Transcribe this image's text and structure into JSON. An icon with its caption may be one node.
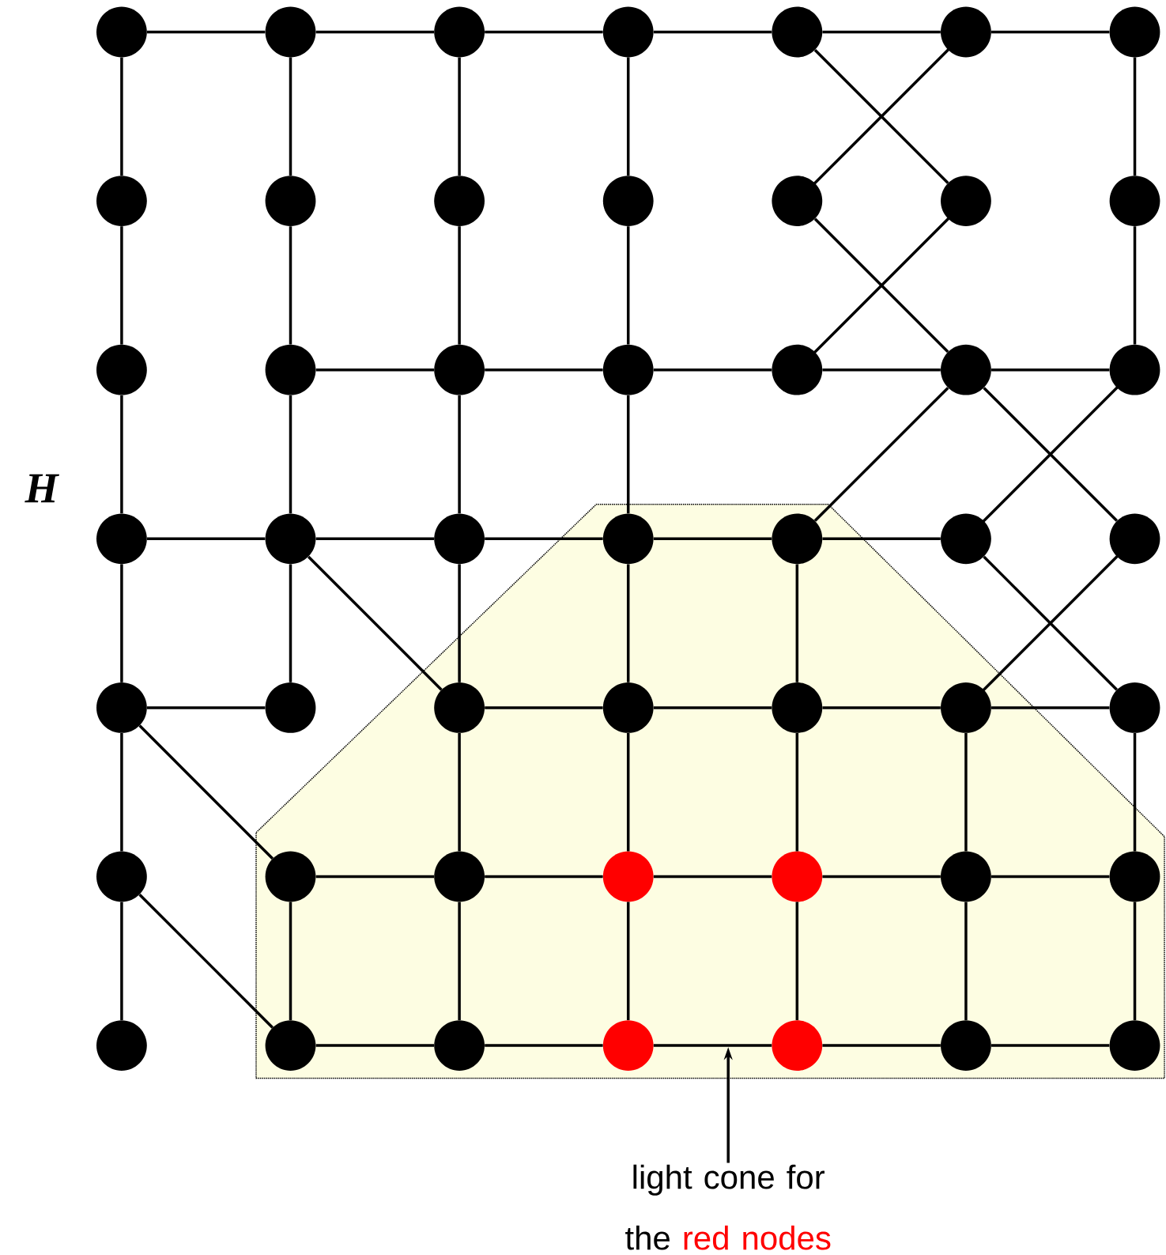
{
  "diagram": {
    "nodes": [
      {
        "text": [],
        "shape": "circle"
      },
      {
        "text": [],
        "shape": "circle"
      },
      {
        "text": [],
        "shape": "circle"
      },
      {
        "text": [],
        "shape": "circle"
      },
      {
        "text": [],
        "shape": "circle"
      },
      {
        "text": [],
        "shape": "circle"
      },
      {
        "text": [],
        "shape": "circle"
      },
      {
        "text": [],
        "shape": "circle"
      },
      {
        "text": [],
        "shape": "circle"
      },
      {
        "text": [],
        "shape": "circle"
      },
      {
        "text": [],
        "shape": "circle"
      },
      {
        "text": [],
        "shape": "circle"
      },
      {
        "text": [],
        "shape": "circle"
      },
      {
        "text": [],
        "shape": "circle"
      },
      {
        "text": [],
        "shape": "circle"
      },
      {
        "text": [],
        "shape": "circle"
      },
      {
        "text": [],
        "shape": "circle"
      },
      {
        "text": [],
        "shape": "circle"
      },
      {
        "text": [],
        "shape": "circle"
      },
      {
        "text": [],
        "shape": "circle"
      },
      {
        "text": [],
        "shape": "circle"
      },
      {
        "text": [],
        "shape": "circle"
      },
      {
        "text": [],
        "shape": "circle"
      },
      {
        "text": [],
        "shape": "circle"
      },
      {
        "text": [],
        "shape": "circle"
      },
      {
        "text": [],
        "shape": "circle"
      },
      {
        "text": [],
        "shape": "circle"
      },
      {
        "text": [],
        "shape": "circle"
      },
      {
        "text": [],
        "shape": "circle"
      },
      {
        "text": [],
        "shape": "circle"
      },
      {
        "text": [],
        "shape": "circle"
      },
      {
        "text": [],
        "shape": "circle"
      },
      {
        "text": [],
        "shape": "circle"
      },
      {
        "text": [],
        "shape": "circle"
      },
      {
        "text": [],
        "shape": "circle"
      },
      {
        "text": [],
        "shape": "circle"
      },
      {
        "text": [],
        "shape": "circle"
      },
      {
        "text": [],
        "shape": "circle"
      },
      {
        "text": [],
        "shape": "circle"
      },
      {
        "text": [],
        "shape": "circle"
      },
      {
        "text": [],
        "shape": "circle"
      },
      {
        "text": [],
        "shape": "circle"
      },
      {
        "text": [],
        "shape": "circle"
      },
      {
        "text": [],
        "shape": "circle"
      },
      {
        "text": [],
        "shape": "circle"
      },
      {
        "text": [],
        "shape": "circle"
      },
      {
        "text": [],
        "shape": "circle"
      },
      {
        "text": [],
        "shape": "circle"
      },
      {
        "text": [],
        "shape": "circle"
      },
      {
        "text": [
          "light cone for the",
          "red nodes"
        ]
      }
    ],
    "edges": [
      {
        "from": 0,
        "to": 1,
        "arrow": "none"
      },
      {
        "from": 1,
        "to": 2,
        "arrow": "none"
      },
      {
        "from": 2,
        "to": 3,
        "arrow": "none"
      },
      {
        "from": 3,
        "to": 4,
        "arrow": "none"
      },
      {
        "from": 4,
        "to": 5,
        "arrow": "none"
      },
      {
        "from": 5,
        "to": 6,
        "arrow": "none"
      },
      {
        "from": 4,
        "to": 12,
        "arrow": "none"
      },
      {
        "from": 5,
        "to": 11,
        "arrow": "none"
      },
      {
        "from": 0,
        "to": 7,
        "arrow": "none"
      },
      {
        "from": 1,
        "to": 8,
        "arrow": "none"
      },
      {
        "from": 2,
        "to": 9,
        "arrow": "none"
      },
      {
        "from": 3,
        "to": 10,
        "arrow": "none"
      },
      {
        "from": 6,
        "to": 13,
        "arrow": "none"
      },
      {
        "from": 11,
        "to": 19,
        "arrow": "none"
      },
      {
        "from": 12,
        "to": 18,
        "arrow": "none"
      },
      {
        "from": 7,
        "to": 14,
        "arrow": "none"
      },
      {
        "from": 8,
        "to": 15,
        "arrow": "none"
      },
      {
        "from": 9,
        "to": 16,
        "arrow": "none"
      },
      {
        "from": 10,
        "to": 17,
        "arrow": "none"
      },
      {
        "from": 13,
        "to": 20,
        "arrow": "none"
      },
      {
        "from": 15,
        "to": 16,
        "arrow": "none"
      },
      {
        "from": 16,
        "to": 17,
        "arrow": "none"
      },
      {
        "from": 17,
        "to": 18,
        "arrow": "none"
      },
      {
        "from": 18,
        "to": 19,
        "arrow": "none"
      },
      {
        "from": 19,
        "to": 20,
        "arrow": "none"
      },
      {
        "from": 19,
        "to": 25,
        "arrow": "none"
      },
      {
        "from": 19,
        "to": 27,
        "arrow": "none"
      },
      {
        "from": 20,
        "to": 26,
        "arrow": "none"
      },
      {
        "from": 14,
        "to": 21,
        "arrow": "none"
      },
      {
        "from": 15,
        "to": 22,
        "arrow": "none"
      },
      {
        "from": 16,
        "to": 23,
        "arrow": "none"
      },
      {
        "from": 17,
        "to": 24,
        "arrow": "none"
      },
      {
        "from": 21,
        "to": 22,
        "arrow": "none"
      },
      {
        "from": 22,
        "to": 23,
        "arrow": "none"
      },
      {
        "from": 23,
        "to": 24,
        "arrow": "none"
      },
      {
        "from": 24,
        "to": 25,
        "arrow": "none"
      },
      {
        "from": 25,
        "to": 26,
        "arrow": "none"
      },
      {
        "from": 22,
        "to": 30,
        "arrow": "none"
      },
      {
        "from": 26,
        "to": 34,
        "arrow": "none"
      },
      {
        "from": 27,
        "to": 33,
        "arrow": "none"
      },
      {
        "from": 21,
        "to": 28,
        "arrow": "none"
      },
      {
        "from": 22,
        "to": 29,
        "arrow": "none"
      },
      {
        "from": 23,
        "to": 30,
        "arrow": "none"
      },
      {
        "from": 24,
        "to": 31,
        "arrow": "none"
      },
      {
        "from": 25,
        "to": 32,
        "arrow": "none"
      },
      {
        "from": 28,
        "to": 29,
        "arrow": "none"
      },
      {
        "from": 30,
        "to": 31,
        "arrow": "none"
      },
      {
        "from": 31,
        "to": 32,
        "arrow": "none"
      },
      {
        "from": 32,
        "to": 33,
        "arrow": "none"
      },
      {
        "from": 33,
        "to": 34,
        "arrow": "none"
      },
      {
        "from": 28,
        "to": 36,
        "arrow": "none"
      },
      {
        "from": 28,
        "to": 35,
        "arrow": "none"
      },
      {
        "from": 30,
        "to": 37,
        "arrow": "none"
      },
      {
        "from": 31,
        "to": 38,
        "arrow": "none"
      },
      {
        "from": 32,
        "to": 39,
        "arrow": "none"
      },
      {
        "from": 33,
        "to": 40,
        "arrow": "none"
      },
      {
        "from": 34,
        "to": 41,
        "arrow": "none"
      },
      {
        "from": 36,
        "to": 37,
        "arrow": "none"
      },
      {
        "from": 37,
        "to": 38,
        "arrow": "none"
      },
      {
        "from": 38,
        "to": 39,
        "arrow": "none"
      },
      {
        "from": 39,
        "to": 40,
        "arrow": "none"
      },
      {
        "from": 40,
        "to": 41,
        "arrow": "none"
      },
      {
        "from": 35,
        "to": 43,
        "arrow": "none"
      },
      {
        "from": 35,
        "to": 42,
        "arrow": "none"
      },
      {
        "from": 36,
        "to": 43,
        "arrow": "none"
      },
      {
        "from": 37,
        "to": 44,
        "arrow": "none"
      },
      {
        "from": 38,
        "to": 45,
        "arrow": "none"
      },
      {
        "from": 39,
        "to": 46,
        "arrow": "none"
      },
      {
        "from": 40,
        "to": 47,
        "arrow": "none"
      },
      {
        "from": 41,
        "to": 48,
        "arrow": "none"
      },
      {
        "from": 43,
        "to": 44,
        "arrow": "none"
      },
      {
        "from": 44,
        "to": 45,
        "arrow": "none"
      },
      {
        "from": 45,
        "to": 46,
        "arrow": "none"
      },
      {
        "from": 46,
        "to": 47,
        "arrow": "none"
      },
      {
        "from": 47,
        "to": 48,
        "arrow": "none"
      },
      {
        "from": 49,
        "to": null,
        "arrow": "to"
      }
    ],
    "labels": [
      "H"
    ]
  }
}
